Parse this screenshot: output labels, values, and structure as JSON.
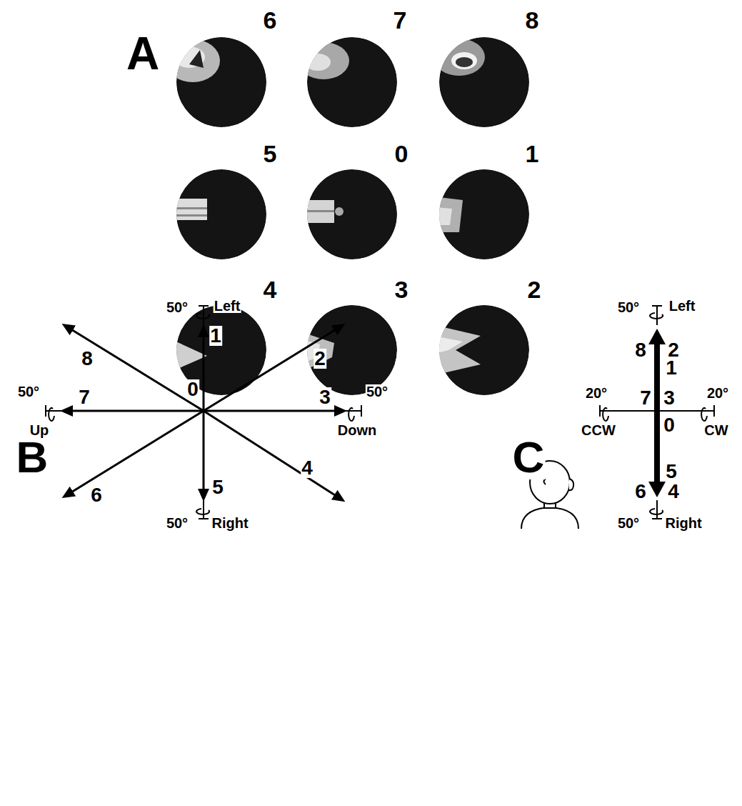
{
  "diagram": {
    "labels": [
      "A",
      "6",
      "7",
      "8",
      "5",
      "0",
      "1",
      "4",
      "3",
      "2",
      "B",
      "50°",
      "Left",
      "1",
      "8",
      "2",
      "0",
      "50°",
      "7",
      "Up",
      "3",
      "50°",
      "Down",
      "6",
      "5",
      "4",
      "50°",
      "Right",
      "C",
      "50°",
      "Left",
      "8",
      "2",
      "1",
      "20°",
      "7",
      "3",
      "20°",
      "CCW",
      "0",
      "CW",
      "5",
      "6",
      "4",
      "50°",
      "Right"
    ]
  }
}
